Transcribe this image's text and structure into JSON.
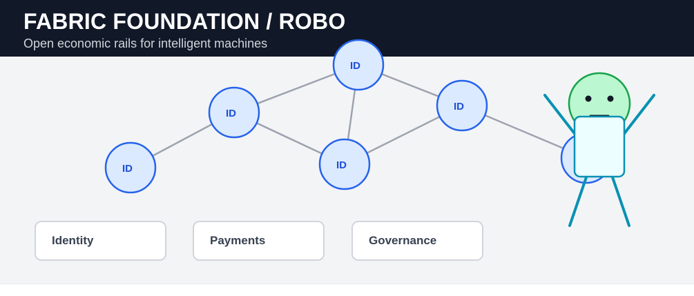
{
  "header": {
    "title": "FABRIC FOUNDATION / ROBO",
    "subtitle": "Open economic rails for intelligent machines"
  },
  "diagram": {
    "nodes": [
      {
        "id": "n1",
        "label": "ID"
      },
      {
        "id": "n2",
        "label": "ID"
      },
      {
        "id": "n3",
        "label": "ID"
      },
      {
        "id": "n4",
        "label": "ID"
      },
      {
        "id": "n5",
        "label": "ID"
      },
      {
        "id": "n6",
        "label": "ID"
      }
    ],
    "edges": [
      {
        "from": "n1",
        "to": "n2"
      },
      {
        "from": "n2",
        "to": "n3"
      },
      {
        "from": "n2",
        "to": "n4"
      },
      {
        "from": "n3",
        "to": "n4"
      },
      {
        "from": "n3",
        "to": "n5"
      },
      {
        "from": "n4",
        "to": "n5"
      },
      {
        "from": "n5",
        "to": "n6"
      }
    ]
  },
  "cards": [
    {
      "label": "Identity"
    },
    {
      "label": "Payments"
    },
    {
      "label": "Governance"
    }
  ],
  "colors": {
    "header_bg": "#111827",
    "node_fill": "#dbeafe",
    "node_stroke": "#2563eb",
    "edge": "#9ca3af",
    "robot_head": "#bbf7d0",
    "robot_body": "#ecfeff",
    "robot_limbs": "#0891b2"
  }
}
